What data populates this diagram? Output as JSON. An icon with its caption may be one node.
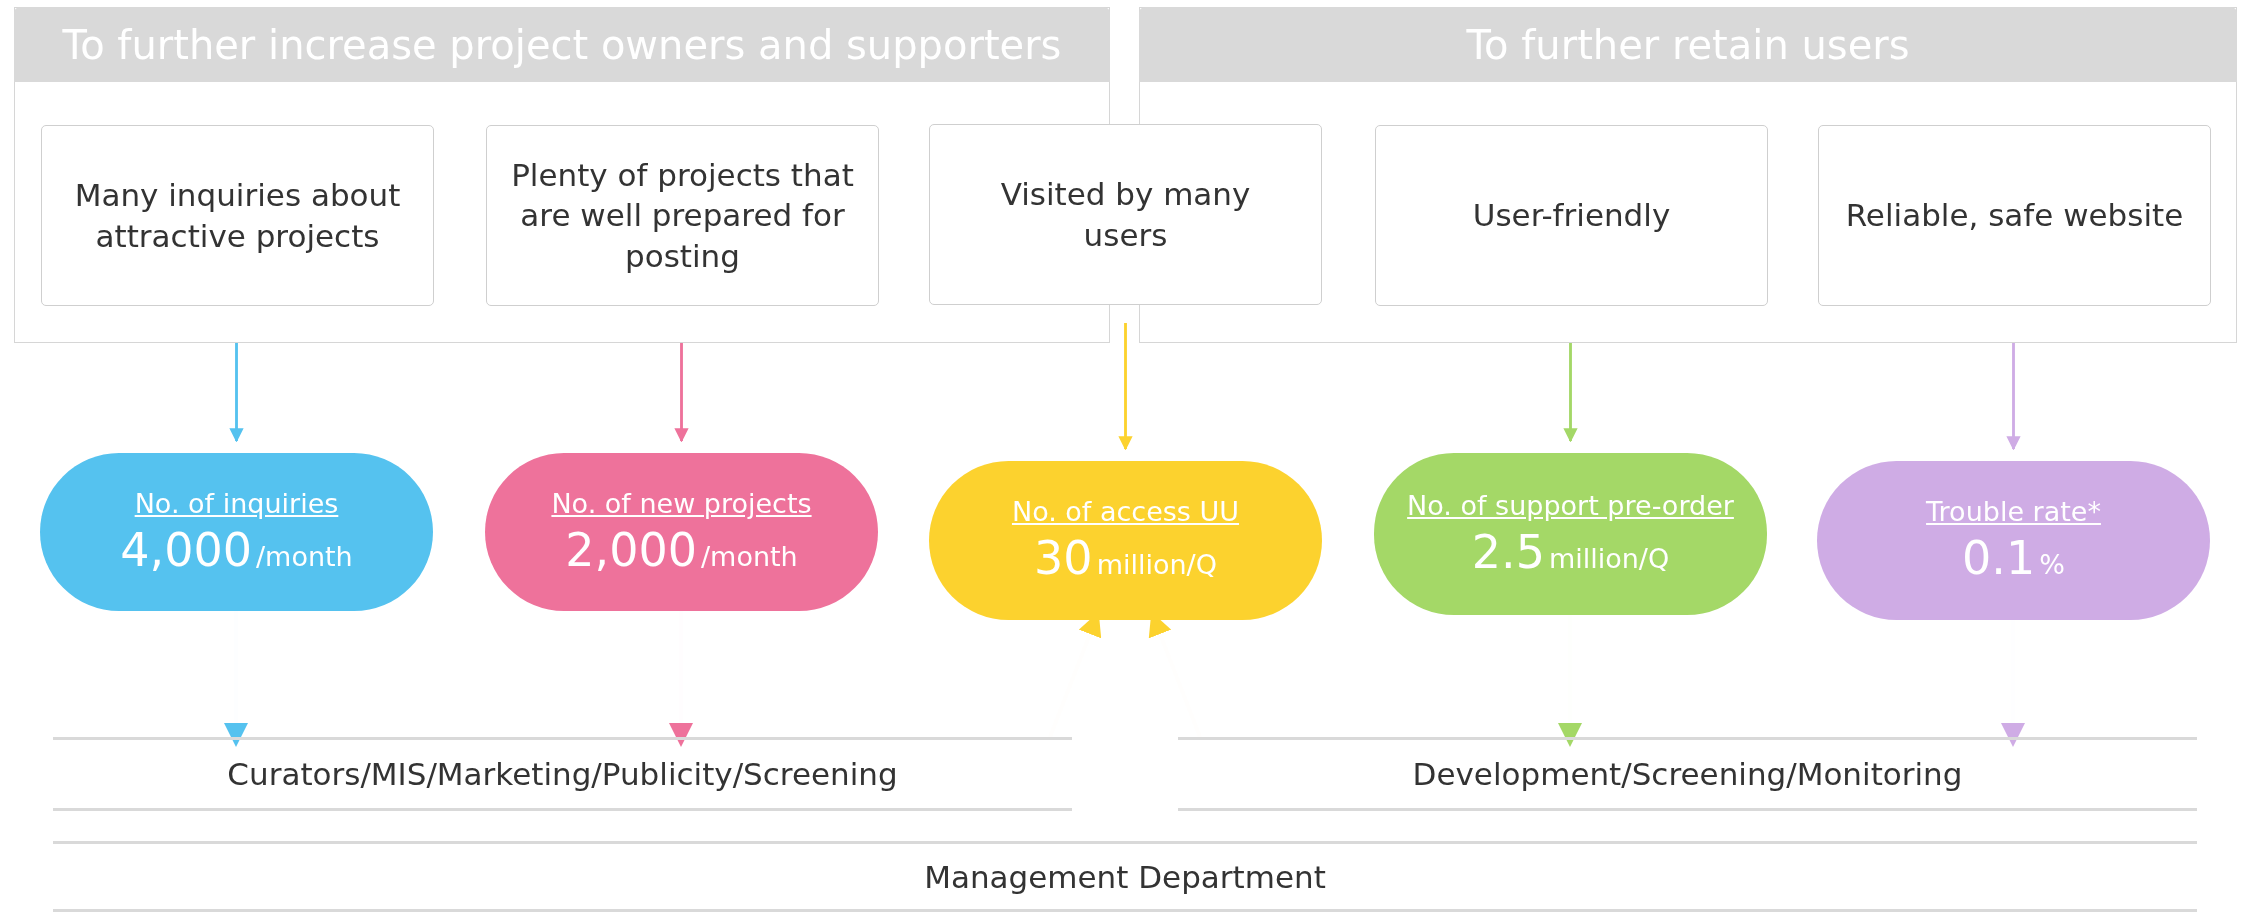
{
  "diagram": {
    "nodes": [
      {
        "text": [
          "To further increase project owners and supporters"
        ]
      },
      {
        "text": [
          "To further retain users"
        ]
      },
      {
        "text": [
          "Many inquiries about attractive projects"
        ],
        "in": 0
      },
      {
        "text": [
          "Plenty of projects that are well prepared for posting"
        ],
        "in": 0
      },
      {
        "text": [
          "Visited by many users"
        ]
      },
      {
        "text": [
          "User-friendly"
        ],
        "in": 1
      },
      {
        "text": [
          "Reliable, safe website"
        ],
        "in": 1
      },
      {
        "text": [
          "No. of inquiries",
          "4,000",
          "/month"
        ]
      },
      {
        "text": [
          "No. of new projects",
          "2,000",
          "/month"
        ]
      },
      {
        "text": [
          "No. of access UU",
          "30",
          "million/Q"
        ]
      },
      {
        "text": [
          "No. of support pre-order",
          "2.5",
          "million/Q"
        ]
      },
      {
        "text": [
          "Trouble rate*",
          "0.1",
          "%"
        ]
      },
      {
        "text": [
          "Curators/MIS/Marketing/Publicity/Screening"
        ]
      },
      {
        "text": [
          "Development/Screening/Monitoring"
        ]
      },
      {
        "text": [
          "Management Department"
        ]
      }
    ],
    "edges": [
      {
        "from": 2,
        "to": 7,
        "arrow": "to",
        "color": "#55c2ef"
      },
      {
        "from": 3,
        "to": 8,
        "arrow": "to",
        "color": "#ee729b"
      },
      {
        "from": 4,
        "to": 9,
        "arrow": "to",
        "color": "#fcd22e"
      },
      {
        "from": 5,
        "to": 10,
        "arrow": "to",
        "color": "#a4d867"
      },
      {
        "from": 6,
        "to": 11,
        "arrow": "to",
        "color": "#cface5"
      },
      {
        "from": 7,
        "to": 12,
        "arrow": "to",
        "color": "#55c2ef"
      },
      {
        "from": 8,
        "to": 12,
        "arrow": "to",
        "color": "#ee729b"
      },
      {
        "from": 12,
        "to": 9,
        "arrow": "to",
        "color": "#fcd22e"
      },
      {
        "from": 13,
        "to": 9,
        "arrow": "to",
        "color": "#fcd22e"
      },
      {
        "from": 10,
        "to": 13,
        "arrow": "to",
        "color": "#a4d867"
      },
      {
        "from": 11,
        "to": 13,
        "arrow": "to",
        "color": "#cface5"
      }
    ]
  }
}
